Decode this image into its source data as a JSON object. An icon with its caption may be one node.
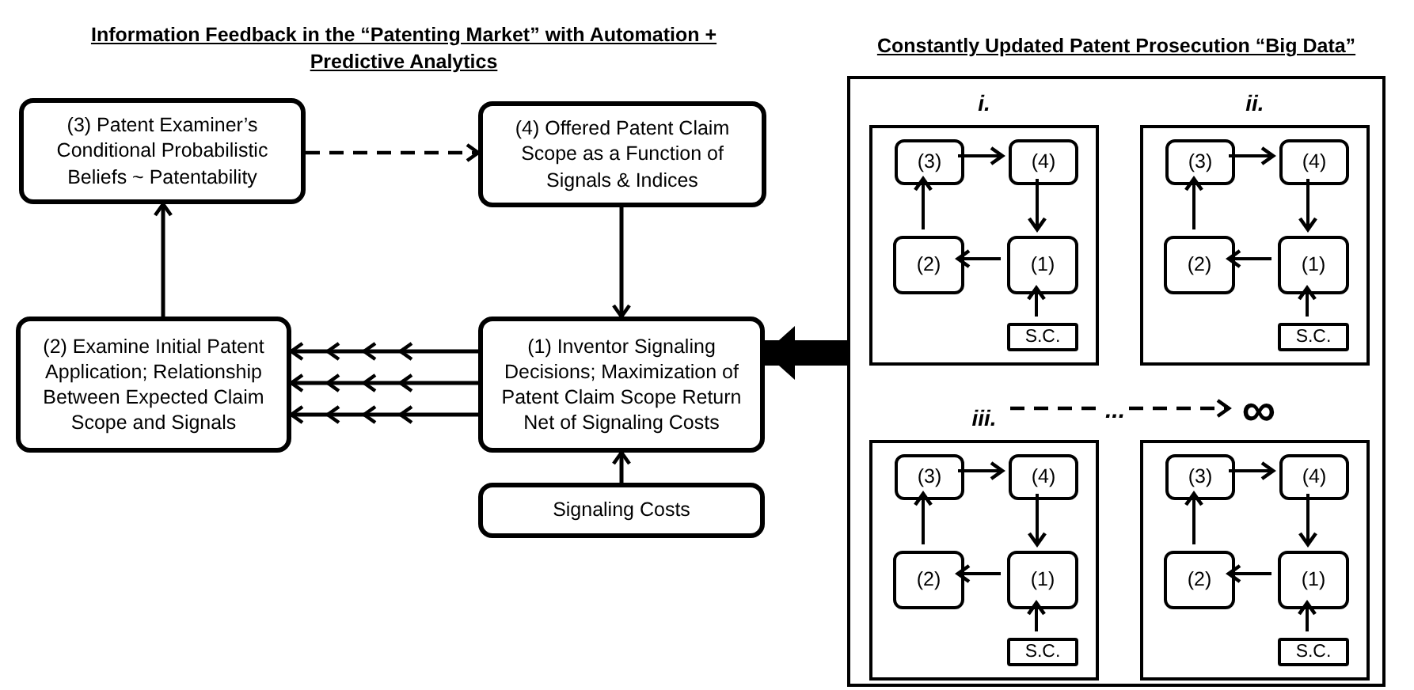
{
  "diagram": {
    "title": "Information Feedback in the “Patenting Market” with Automation + Predictive Analytics",
    "nodes": [
      {
        "text": [
          "(3) Patent Examiner’s Conditional Probabilistic Beliefs ~ Patentability"
        ]
      },
      {
        "text": [
          "(4) Offered Patent Claim Scope as a Function of Signals & Indices"
        ]
      },
      {
        "text": [
          "(2) Examine Initial Patent Application; Relationship Between Expected Claim Scope and Signals"
        ]
      },
      {
        "text": [
          "(1) Inventor Signaling Decisions; Maximization of Patent Claim Scope Return Net of Signaling Costs"
        ]
      },
      {
        "text": [
          "Signaling Costs"
        ]
      },
      {
        "text": [
          "Constantly Updated Patent Prosecution “Big Data”"
        ]
      },
      {
        "text": [
          "i."
        ],
        "in": 5
      },
      {
        "text": [
          "(3)"
        ],
        "in": 6
      },
      {
        "text": [
          "(4)"
        ],
        "in": 6
      },
      {
        "text": [
          "(2)"
        ],
        "in": 6
      },
      {
        "text": [
          "(1)"
        ],
        "in": 6
      },
      {
        "text": [
          "S.C."
        ],
        "in": 6
      },
      {
        "text": [
          "ii."
        ],
        "in": 5
      },
      {
        "text": [
          "(3)"
        ],
        "in": 12
      },
      {
        "text": [
          "(4)"
        ],
        "in": 12
      },
      {
        "text": [
          "(2)"
        ],
        "in": 12
      },
      {
        "text": [
          "(1)"
        ],
        "in": 12
      },
      {
        "text": [
          "S.C."
        ],
        "in": 12
      },
      {
        "text": [
          "iii."
        ],
        "in": 5
      },
      {
        "text": [
          "(3)"
        ],
        "in": 18
      },
      {
        "text": [
          "(4)"
        ],
        "in": 18
      },
      {
        "text": [
          "(2)"
        ],
        "in": 18
      },
      {
        "text": [
          "(1)"
        ],
        "in": 18
      },
      {
        "text": [
          "S.C."
        ],
        "in": 18
      },
      {
        "text": [],
        "shape": "box",
        "in": 5
      },
      {
        "text": [
          "(3)"
        ],
        "in": 24
      },
      {
        "text": [
          "(4)"
        ],
        "in": 24
      },
      {
        "text": [
          "(2)"
        ],
        "in": 24
      },
      {
        "text": [
          "(1)"
        ],
        "in": 24
      },
      {
        "text": [
          "S.C."
        ],
        "in": 24
      },
      {
        "text": [
          "∞"
        ],
        "in": 5
      }
    ],
    "edges": [
      {
        "from": 2,
        "to": 0,
        "arrow": "to"
      },
      {
        "from": 0,
        "to": 1,
        "arrow": "to",
        "style": "dashed"
      },
      {
        "from": 1,
        "to": 3,
        "arrow": "to"
      },
      {
        "from": 4,
        "to": 3,
        "arrow": "to"
      },
      {
        "from": 3,
        "to": 2,
        "arrow": "to"
      },
      {
        "from": 3,
        "to": 2,
        "arrow": "to"
      },
      {
        "from": 3,
        "to": 2,
        "arrow": "to"
      },
      {
        "from": 5,
        "to": 3,
        "arrow": "to",
        "style": "thick"
      },
      {
        "from": 18,
        "to": 30,
        "arrow": "to",
        "style": "dashed",
        "label": "..."
      },
      {
        "from": 7,
        "to": 8,
        "arrow": "to"
      },
      {
        "from": 8,
        "to": 10,
        "arrow": "to"
      },
      {
        "from": 10,
        "to": 9,
        "arrow": "to"
      },
      {
        "from": 9,
        "to": 7,
        "arrow": "to"
      },
      {
        "from": 11,
        "to": 10,
        "arrow": "to"
      },
      {
        "from": 13,
        "to": 14,
        "arrow": "to"
      },
      {
        "from": 14,
        "to": 16,
        "arrow": "to"
      },
      {
        "from": 16,
        "to": 15,
        "arrow": "to"
      },
      {
        "from": 15,
        "to": 13,
        "arrow": "to"
      },
      {
        "from": 17,
        "to": 16,
        "arrow": "to"
      },
      {
        "from": 19,
        "to": 20,
        "arrow": "to"
      },
      {
        "from": 20,
        "to": 22,
        "arrow": "to"
      },
      {
        "from": 22,
        "to": 21,
        "arrow": "to"
      },
      {
        "from": 21,
        "to": 19,
        "arrow": "to"
      },
      {
        "from": 23,
        "to": 22,
        "arrow": "to"
      },
      {
        "from": 25,
        "to": 26,
        "arrow": "to"
      },
      {
        "from": 26,
        "to": 28,
        "arrow": "to"
      },
      {
        "from": 28,
        "to": 27,
        "arrow": "to"
      },
      {
        "from": 27,
        "to": 25,
        "arrow": "to"
      },
      {
        "from": 29,
        "to": 28,
        "arrow": "to"
      }
    ]
  }
}
